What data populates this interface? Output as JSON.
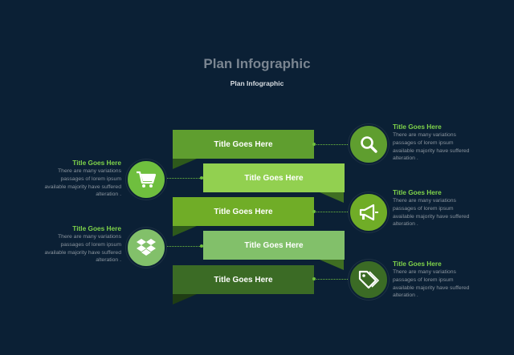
{
  "header": {
    "title": "Plan Infographic",
    "subtitle": "Plan Infographic"
  },
  "ribbons": [
    {
      "label": "Title Goes Here",
      "color": "#5f9e2f"
    },
    {
      "label": "Title Goes Here",
      "color": "#92d050"
    },
    {
      "label": "Title Goes Here",
      "color": "#70ad27"
    },
    {
      "label": "Title Goes Here",
      "color": "#82c06a"
    },
    {
      "label": "Title Goes Here",
      "color": "#3b6b25"
    }
  ],
  "items": [
    {
      "icon": "search-icon",
      "title": "Title Goes Here",
      "body": "There are many variations passages of lorem ipsum available  majority have suffered alteration .",
      "color": "#5f9e2f"
    },
    {
      "icon": "cart-icon",
      "title": "Title Goes Here",
      "body": "There are many variations passages of lorem ipsum available  majority have suffered alteration .",
      "color": "#6fbf3e"
    },
    {
      "icon": "megaphone-icon",
      "title": "Title Goes Here",
      "body": "There are many variations passages of lorem ipsum available  majority have suffered alteration .",
      "color": "#70ad27"
    },
    {
      "icon": "dropbox-icon",
      "title": "Title Goes Here",
      "body": "There are many variations passages of lorem ipsum available  majority have suffered alteration .",
      "color": "#82c06a"
    },
    {
      "icon": "tag-icon",
      "title": "Title Goes Here",
      "body": "There are many variations passages of lorem ipsum available  majority have suffered alteration .",
      "color": "#3b6b25"
    }
  ]
}
